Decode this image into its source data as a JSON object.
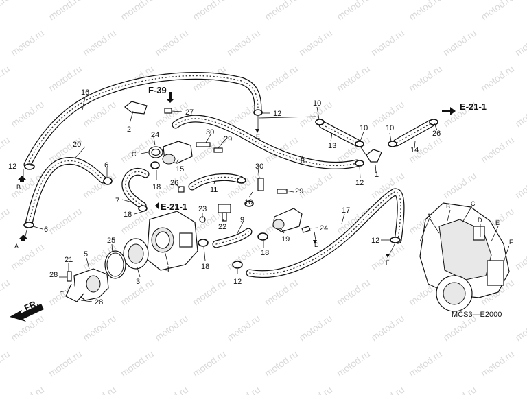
{
  "watermark": "motod.ru",
  "diagram_code": "MCS3—E2000",
  "direction_label": "FR.",
  "references": {
    "f39": "F-39",
    "e21_top": "E-21-1",
    "e21_mid": "E-21-1"
  },
  "callouts": [
    {
      "id": "c16",
      "text": "16"
    },
    {
      "id": "c2",
      "text": "2"
    },
    {
      "id": "c27",
      "text": "27"
    },
    {
      "id": "c12a",
      "text": "12"
    },
    {
      "id": "c10a",
      "text": "10"
    },
    {
      "id": "c10b",
      "text": "10"
    },
    {
      "id": "c10c",
      "text": "10"
    },
    {
      "id": "c26a",
      "text": "26"
    },
    {
      "id": "c24a",
      "text": "24"
    },
    {
      "id": "c30a",
      "text": "30"
    },
    {
      "id": "c29a",
      "text": "29"
    },
    {
      "id": "c15",
      "text": "15"
    },
    {
      "id": "c18a",
      "text": "18"
    },
    {
      "id": "c20",
      "text": "20"
    },
    {
      "id": "c6a",
      "text": "6"
    },
    {
      "id": "c12b",
      "text": "12"
    },
    {
      "id": "c7",
      "text": "7"
    },
    {
      "id": "c13",
      "text": "13"
    },
    {
      "id": "c14",
      "text": "14"
    },
    {
      "id": "c1",
      "text": "1"
    },
    {
      "id": "c12c",
      "text": "12"
    },
    {
      "id": "c8",
      "text": "8"
    },
    {
      "id": "c11",
      "text": "11"
    },
    {
      "id": "c26b",
      "text": "26"
    },
    {
      "id": "c30b",
      "text": "30"
    },
    {
      "id": "c10d",
      "text": "10"
    },
    {
      "id": "c29b",
      "text": "29"
    },
    {
      "id": "c23",
      "text": "23"
    },
    {
      "id": "c22",
      "text": "22"
    },
    {
      "id": "c18b",
      "text": "18"
    },
    {
      "id": "c17",
      "text": "17"
    },
    {
      "id": "c9",
      "text": "9"
    },
    {
      "id": "c19",
      "text": "19"
    },
    {
      "id": "c24b",
      "text": "24"
    },
    {
      "id": "c12d",
      "text": "12"
    },
    {
      "id": "c6b",
      "text": "6"
    },
    {
      "id": "c25",
      "text": "25"
    },
    {
      "id": "c5",
      "text": "5"
    },
    {
      "id": "c4",
      "text": "4"
    },
    {
      "id": "c3",
      "text": "3"
    },
    {
      "id": "c18c",
      "text": "18"
    },
    {
      "id": "c18d",
      "text": "18"
    },
    {
      "id": "c12e",
      "text": "12"
    },
    {
      "id": "c21",
      "text": "21"
    },
    {
      "id": "c28a",
      "text": "28"
    },
    {
      "id": "c28b",
      "text": "28"
    }
  ],
  "letters": [
    {
      "id": "lA1",
      "text": "A"
    },
    {
      "id": "lB1",
      "text": "B"
    },
    {
      "id": "lC1",
      "text": "C"
    },
    {
      "id": "lD1",
      "text": "D"
    },
    {
      "id": "lE1",
      "text": "E"
    },
    {
      "id": "lF1",
      "text": "F"
    },
    {
      "id": "lA2",
      "text": "A"
    },
    {
      "id": "lB2",
      "text": "B"
    },
    {
      "id": "lC2",
      "text": "C"
    },
    {
      "id": "lD2",
      "text": "D"
    },
    {
      "id": "lE2",
      "text": "E"
    },
    {
      "id": "lF2",
      "text": "F"
    }
  ]
}
